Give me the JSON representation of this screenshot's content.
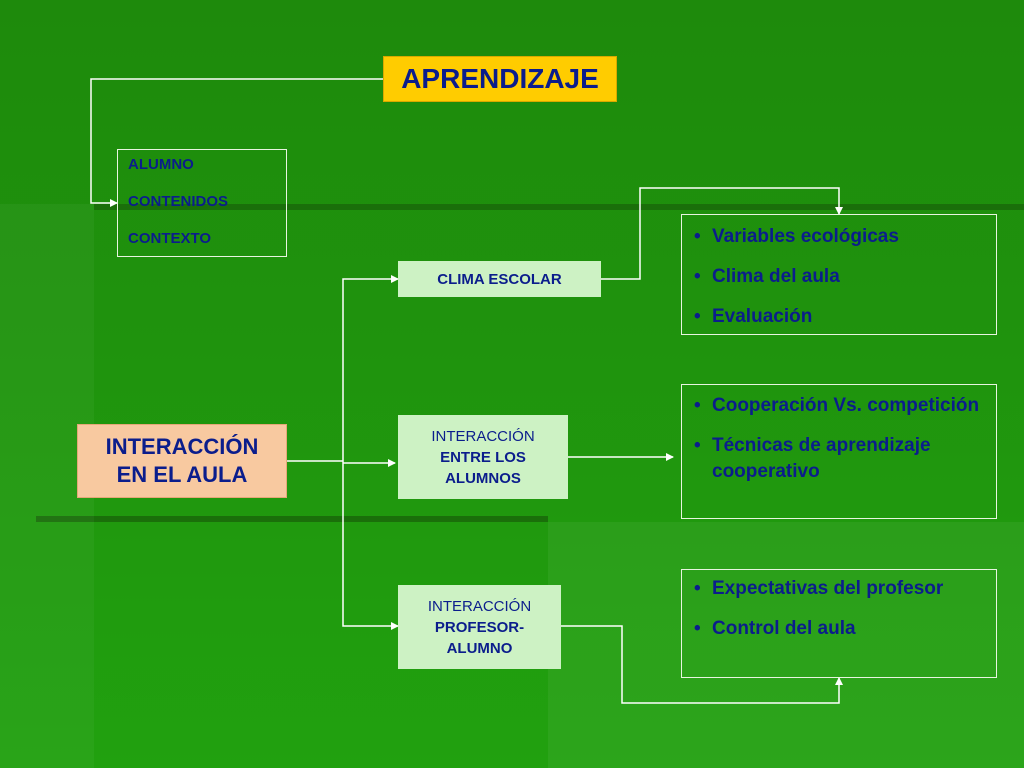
{
  "diagram": {
    "title": "APRENDIZAJE",
    "factors": [
      "ALUMNO",
      "CONTENIDOS",
      "CONTEXTO"
    ],
    "central": {
      "line1": "INTERACCIÓN",
      "line2": "EN EL AULA"
    },
    "branches": [
      {
        "label_lines": [
          "CLIMA ESCOLAR"
        ],
        "items": [
          "Variables ecológicas",
          "Clima del aula",
          "Evaluación"
        ]
      },
      {
        "label_lines": [
          "INTERACCIÓN",
          "ENTRE LOS",
          "ALUMNOS"
        ],
        "items": [
          "Cooperación Vs. competición",
          "Técnicas de aprendizaje cooperativo"
        ]
      },
      {
        "label_lines": [
          "INTERACCIÓN",
          "PROFESOR-",
          "ALUMNO"
        ],
        "items": [
          "Expectativas del profesor",
          "Control del aula"
        ]
      }
    ]
  },
  "colors": {
    "title_fill": "#ffcc00",
    "central_fill": "#f8c9a0",
    "branch_fill": "#cdf2c4",
    "text": "#0b1d8c",
    "connector": "#ffffff"
  }
}
